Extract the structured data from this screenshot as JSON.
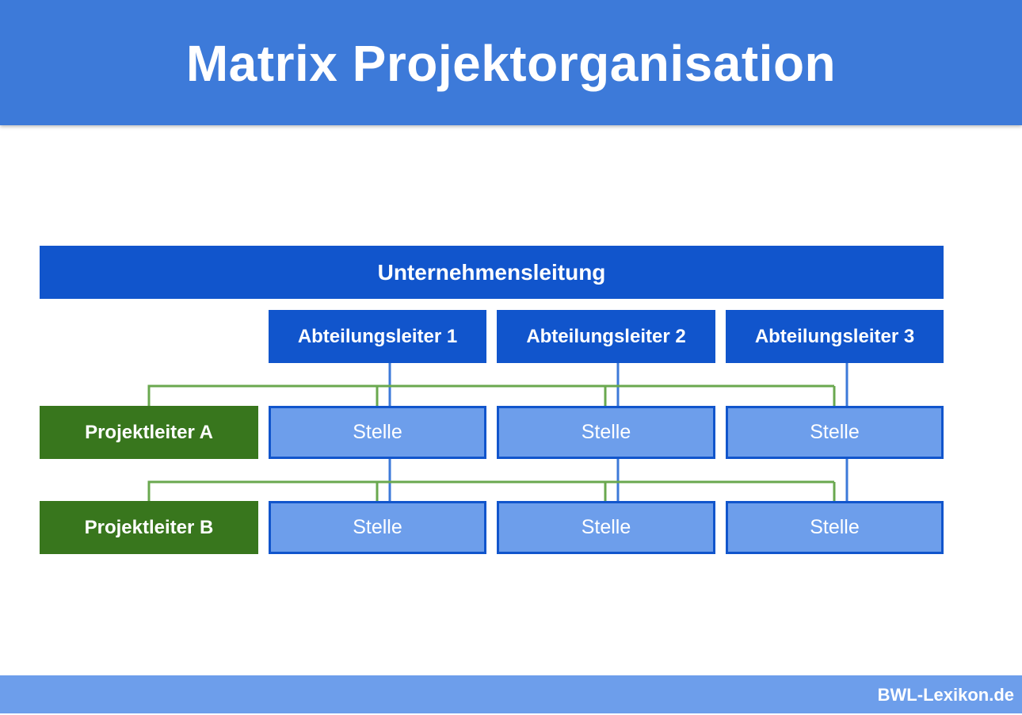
{
  "header": {
    "title": "Matrix Projektorganisation",
    "background": "#3d7ad9"
  },
  "diagram": {
    "top": {
      "label": "Unternehmensleitung"
    },
    "departments": [
      {
        "label": "Abteilungsleiter 1"
      },
      {
        "label": "Abteilungsleiter 2"
      },
      {
        "label": "Abteilungsleiter 3"
      }
    ],
    "project_leads": [
      {
        "label": "Projektleiter A",
        "cells": [
          "Stelle",
          "Stelle",
          "Stelle"
        ]
      },
      {
        "label": "Projektleiter B",
        "cells": [
          "Stelle",
          "Stelle",
          "Stelle"
        ]
      }
    ],
    "colors": {
      "management": "#1155cc",
      "project_lead": "#38761d",
      "cell": "#6d9eeb",
      "dept_line": "#3d7ad9",
      "project_line": "#6aa84f"
    }
  },
  "footer": {
    "brand": "BWL-Lexikon.de",
    "background": "#6d9eeb"
  }
}
